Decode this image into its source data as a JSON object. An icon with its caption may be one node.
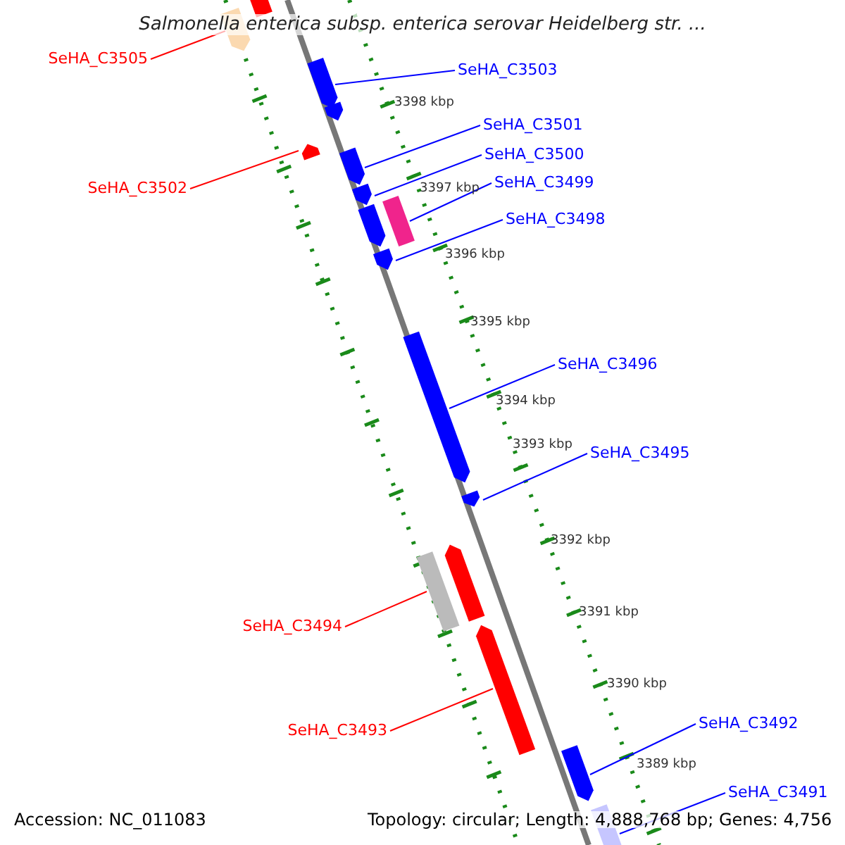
{
  "diagram": {
    "title": "Salmonella enterica subsp. enterica serovar Heidelberg str. ...",
    "nodes": [
      {
        "text": [
          "SeHA_C3505"
        ]
      },
      {
        "text": [],
        "shape": "bar"
      },
      {
        "text": [
          "SeHA_C3503"
        ]
      },
      {
        "text": [],
        "shape": "bar"
      },
      {
        "text": [
          "SeHA_C3502"
        ]
      },
      {
        "text": [],
        "shape": "bar"
      },
      {
        "text": [
          "SeHA_C3501"
        ]
      },
      {
        "text": [],
        "shape": "bar"
      },
      {
        "text": [
          "SeHA_C3500"
        ]
      },
      {
        "text": [],
        "shape": "bar"
      },
      {
        "text": [
          "SeHA_C3499"
        ]
      },
      {
        "text": [],
        "shape": "bar"
      },
      {
        "text": [
          "SeHA_C3498"
        ]
      },
      {
        "text": [],
        "shape": "bar"
      },
      {
        "text": [
          "SeHA_C3496"
        ]
      },
      {
        "text": [],
        "shape": "bar"
      },
      {
        "text": [
          "SeHA_C3495"
        ]
      },
      {
        "text": [],
        "shape": "bar"
      },
      {
        "text": [
          "SeHA_C3494"
        ]
      },
      {
        "text": [],
        "shape": "bar"
      },
      {
        "text": [
          "SeHA_C3493"
        ]
      },
      {
        "text": [],
        "shape": "bar"
      },
      {
        "text": [
          "SeHA_C3492"
        ]
      },
      {
        "text": [],
        "shape": "bar"
      },
      {
        "text": [
          "SeHA_C3491"
        ]
      },
      {
        "text": [],
        "shape": "bar"
      },
      {
        "text": [],
        "shape": "bar"
      },
      {
        "text": [],
        "shape": "bar"
      },
      {
        "text": [],
        "shape": "bar"
      },
      {
        "text": [],
        "shape": "bar"
      }
    ],
    "edges": [
      {
        "from": 0,
        "to": 1,
        "arrow": "none",
        "color": "#ff0000"
      },
      {
        "from": 2,
        "to": 3,
        "arrow": "none"
      },
      {
        "from": 4,
        "to": 5,
        "arrow": "none",
        "color": "#ff0000"
      },
      {
        "from": 6,
        "to": 7,
        "arrow": "none"
      },
      {
        "from": 8,
        "to": 9,
        "arrow": "none"
      },
      {
        "from": 10,
        "to": 11,
        "arrow": "none"
      },
      {
        "from": 12,
        "to": 13,
        "arrow": "none"
      },
      {
        "from": 14,
        "to": 15,
        "arrow": "none"
      },
      {
        "from": 16,
        "to": 17,
        "arrow": "none"
      },
      {
        "from": 18,
        "to": 19,
        "arrow": "none",
        "color": "#ff0000"
      },
      {
        "from": 20,
        "to": 21,
        "arrow": "none",
        "color": "#ff0000"
      },
      {
        "from": 22,
        "to": 23,
        "arrow": "none"
      },
      {
        "from": 24,
        "to": 25,
        "arrow": "none"
      }
    ],
    "labels": [
      "3398 kbp",
      "3397 kbp",
      "3396 kbp",
      "3395 kbp",
      "3394 kbp",
      "3393 kbp",
      "3392 kbp",
      "3391 kbp",
      "3390 kbp",
      "3389 kbp",
      "Accession: NC_011083",
      "Topology: circular; Length: 4,888,768 bp; Genes: 4,756"
    ]
  }
}
